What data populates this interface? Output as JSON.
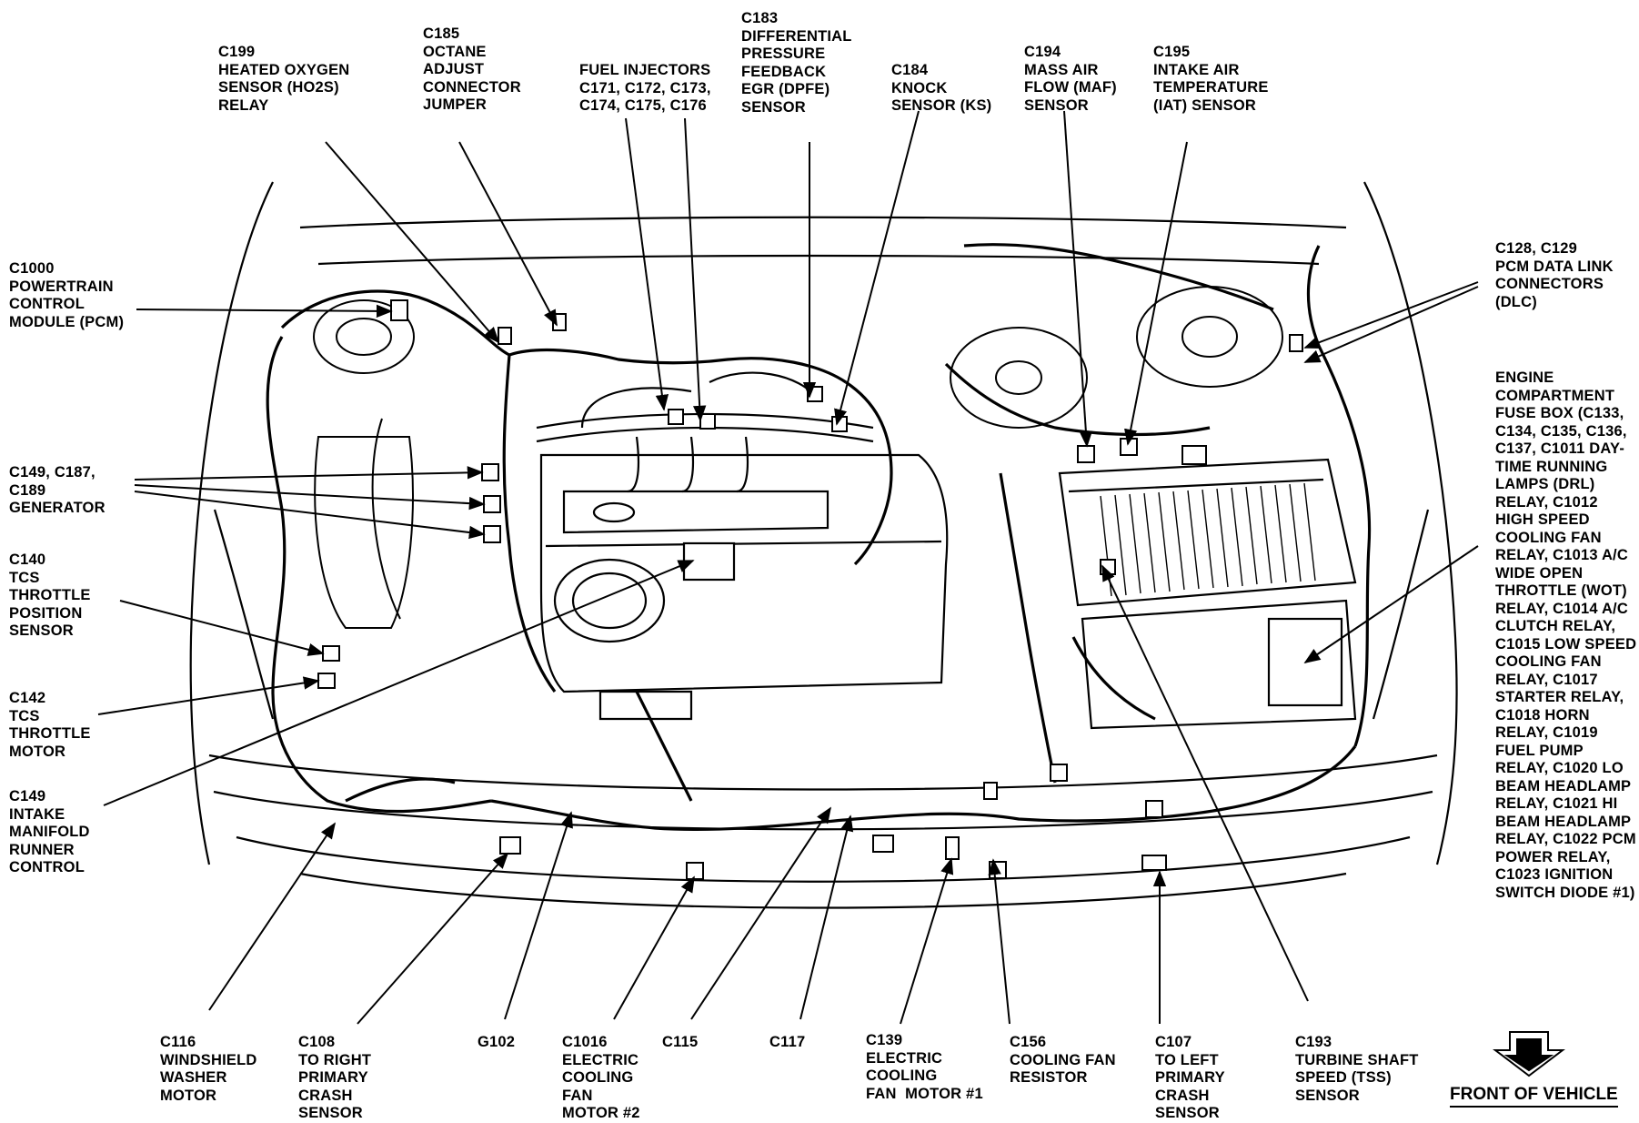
{
  "labels": {
    "c199": [
      "C199",
      "HEATED OXYGEN",
      "SENSOR (HO2S)",
      "RELAY"
    ],
    "c185": [
      "C185",
      "OCTANE",
      "ADJUST",
      "CONNECTOR",
      "JUMPER"
    ],
    "injectors": [
      "FUEL INJECTORS",
      "C171, C172, C173,",
      "C174, C175, C176"
    ],
    "c183": [
      "C183",
      "DIFFERENTIAL",
      "PRESSURE",
      "FEEDBACK",
      "EGR (DPFE)",
      "SENSOR"
    ],
    "c184": [
      "C184",
      "KNOCK",
      "SENSOR (KS)"
    ],
    "c194": [
      "C194",
      "MASS AIR",
      "FLOW (MAF)",
      "SENSOR"
    ],
    "c195": [
      "C195",
      "INTAKE AIR",
      "TEMPERATURE",
      "(IAT) SENSOR"
    ],
    "c1000": [
      "C1000",
      "POWERTRAIN",
      "CONTROL",
      "MODULE (PCM)"
    ],
    "c128": [
      "C128, C129",
      "PCM DATA LINK",
      "CONNECTORS",
      "(DLC)"
    ],
    "fusebox": [
      "ENGINE",
      "COMPARTMENT",
      "FUSE BOX (C133,",
      "C134, C135, C136,",
      "C137, C1011 DAY-",
      "TIME RUNNING",
      "LAMPS (DRL)",
      "RELAY, C1012",
      "HIGH SPEED",
      "COOLING FAN",
      "RELAY, C1013 A/C",
      "WIDE OPEN",
      "THROTTLE (WOT)",
      "RELAY, C1014 A/C",
      "CLUTCH RELAY,",
      "C1015 LOW SPEED",
      "COOLING FAN",
      "RELAY, C1017",
      "STARTER RELAY,",
      "C1018 HORN",
      "RELAY, C1019",
      "FUEL PUMP",
      "RELAY, C1020 LO",
      "BEAM HEADLAMP",
      "RELAY, C1021 HI",
      "BEAM HEADLAMP",
      "RELAY, C1022 PCM",
      "POWER RELAY,",
      "C1023 IGNITION",
      "SWITCH DIODE #1)"
    ],
    "c149gen": [
      "C149, C187,",
      "C189",
      "GENERATOR"
    ],
    "c140": [
      "C140",
      "TCS",
      "THROTTLE",
      "POSITION",
      "SENSOR"
    ],
    "c142": [
      "C142",
      "TCS",
      "THROTTLE",
      "MOTOR"
    ],
    "c149imrc": [
      "C149",
      "INTAKE",
      "MANIFOLD",
      "RUNNER",
      "CONTROL"
    ],
    "c116": [
      "C116",
      "WINDSHIELD",
      "WASHER",
      "MOTOR"
    ],
    "c108": [
      "C108",
      "TO RIGHT",
      "PRIMARY",
      "CRASH",
      "SENSOR"
    ],
    "g102": [
      "G102"
    ],
    "c1016": [
      "C1016",
      "ELECTRIC",
      "COOLING",
      "FAN",
      "MOTOR #2"
    ],
    "c115": [
      "C115"
    ],
    "c117": [
      "C117"
    ],
    "c139": [
      "C139",
      "ELECTRIC",
      "COOLING",
      "FAN  MOTOR #1"
    ],
    "c156": [
      "C156",
      "COOLING FAN",
      "RESISTOR"
    ],
    "c107": [
      "C107",
      "TO LEFT",
      "PRIMARY",
      "CRASH",
      "SENSOR"
    ],
    "c193": [
      "C193",
      "TURBINE SHAFT",
      "SPEED (TSS)",
      "SENSOR"
    ]
  },
  "footer": {
    "front_label": "FRONT OF VEHICLE"
  }
}
